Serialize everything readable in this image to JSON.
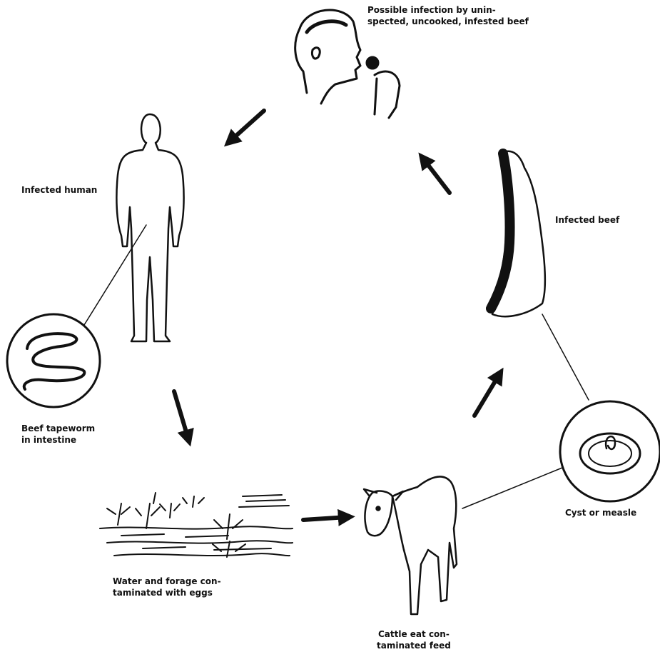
{
  "labels": {
    "infection_line1": "Possible infection by unin-",
    "infection_line2": "spected, uncooked, infested beef",
    "infected_human": "Infected human",
    "infected_beef": "Infected beef",
    "tapeworm_line1": "Beef tapeworm",
    "tapeworm_line2": "in intestine",
    "cyst": "Cyst or measle",
    "water_line1": "Water and forage con-",
    "water_line2": "taminated with eggs",
    "cattle_line1": "Cattle eat con-",
    "cattle_line2": "taminated feed"
  }
}
